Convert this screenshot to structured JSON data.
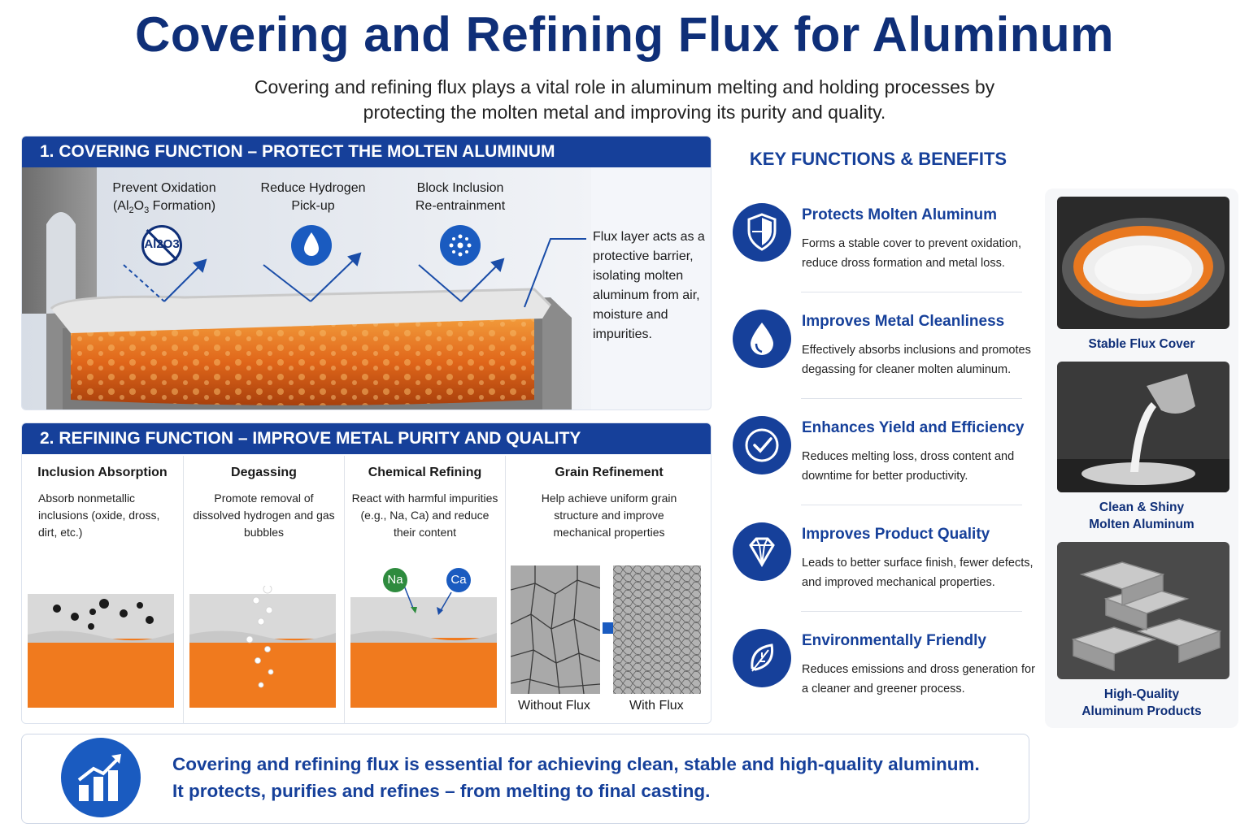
{
  "title": "Covering and Refining Flux for Aluminum",
  "subtitle": {
    "line1": "Covering and refining flux plays a vital role in aluminum melting and holding processes by",
    "line2": "protecting the molten metal and improving its purity and quality."
  },
  "covering": {
    "heading": "1. COVERING FUNCTION – PROTECT THE MOLTEN ALUMINUM",
    "labels": [
      {
        "line1": "Prevent Oxidation",
        "line2_pre": "(Al",
        "sub1": "2",
        "mid": "O",
        "sub2": "3",
        "line2_post": " Formation)"
      },
      {
        "line1": "Reduce Hydrogen",
        "line2": "Pick-up"
      },
      {
        "line1": "Block Inclusion",
        "line2": "Re-entrainment"
      }
    ],
    "icon_text": "Al2O3",
    "barrier_text": "Flux layer acts as a protective barrier, isolating molten aluminum from air, moisture and impurities."
  },
  "refining": {
    "heading": "2. REFINING FUNCTION – IMPROVE METAL PURITY AND QUALITY",
    "columns": [
      {
        "title": "Inclusion Absorption",
        "desc": "Absorb nonmetallic inclusions (oxide, dross, dirt, etc.)"
      },
      {
        "title": "Degassing",
        "desc": "Promote removal of dissolved hydrogen and gas bubbles"
      },
      {
        "title": "Chemical Refining",
        "desc": "React with harmful impurities (e.g., Na, Ca) and reduce their content"
      },
      {
        "title": "Grain Refinement",
        "desc": "Help achieve uniform grain structure and improve mechanical properties"
      }
    ],
    "element_na": "Na",
    "element_ca": "Ca",
    "without_flux": "Without Flux",
    "with_flux": "With Flux"
  },
  "key_functions": {
    "heading": "KEY FUNCTIONS & BENEFITS",
    "items": [
      {
        "title": "Protects Molten Aluminum",
        "desc": "Forms a stable cover to prevent oxidation, reduce dross formation and metal loss.",
        "icon": "shield-icon"
      },
      {
        "title": "Improves Metal Cleanliness",
        "desc": "Effectively absorbs inclusions and promotes degassing for cleaner molten aluminum.",
        "icon": "drop-icon"
      },
      {
        "title": "Enhances Yield and Efficiency",
        "desc": "Reduces melting loss, dross content and downtime for better productivity.",
        "icon": "check-icon"
      },
      {
        "title": "Improves Product Quality",
        "desc": "Leads to better surface finish, fewer defects, and improved mechanical properties.",
        "icon": "diamond-icon"
      },
      {
        "title": "Environmentally Friendly",
        "desc": "Reduces emissions and dross generation for a cleaner and greener process.",
        "icon": "leaf-icon"
      }
    ]
  },
  "photos": [
    {
      "caption": "Stable Flux Cover"
    },
    {
      "caption_line1": "Clean & Shiny",
      "caption_line2": "Molten Aluminum"
    },
    {
      "caption_line1": "High-Quality",
      "caption_line2": "Aluminum Products"
    }
  ],
  "banner": {
    "line1": "Covering and refining flux is essential for achieving clean, stable and high-quality aluminum.",
    "line2": "It protects, purifies and refines – from melting to final casting."
  }
}
